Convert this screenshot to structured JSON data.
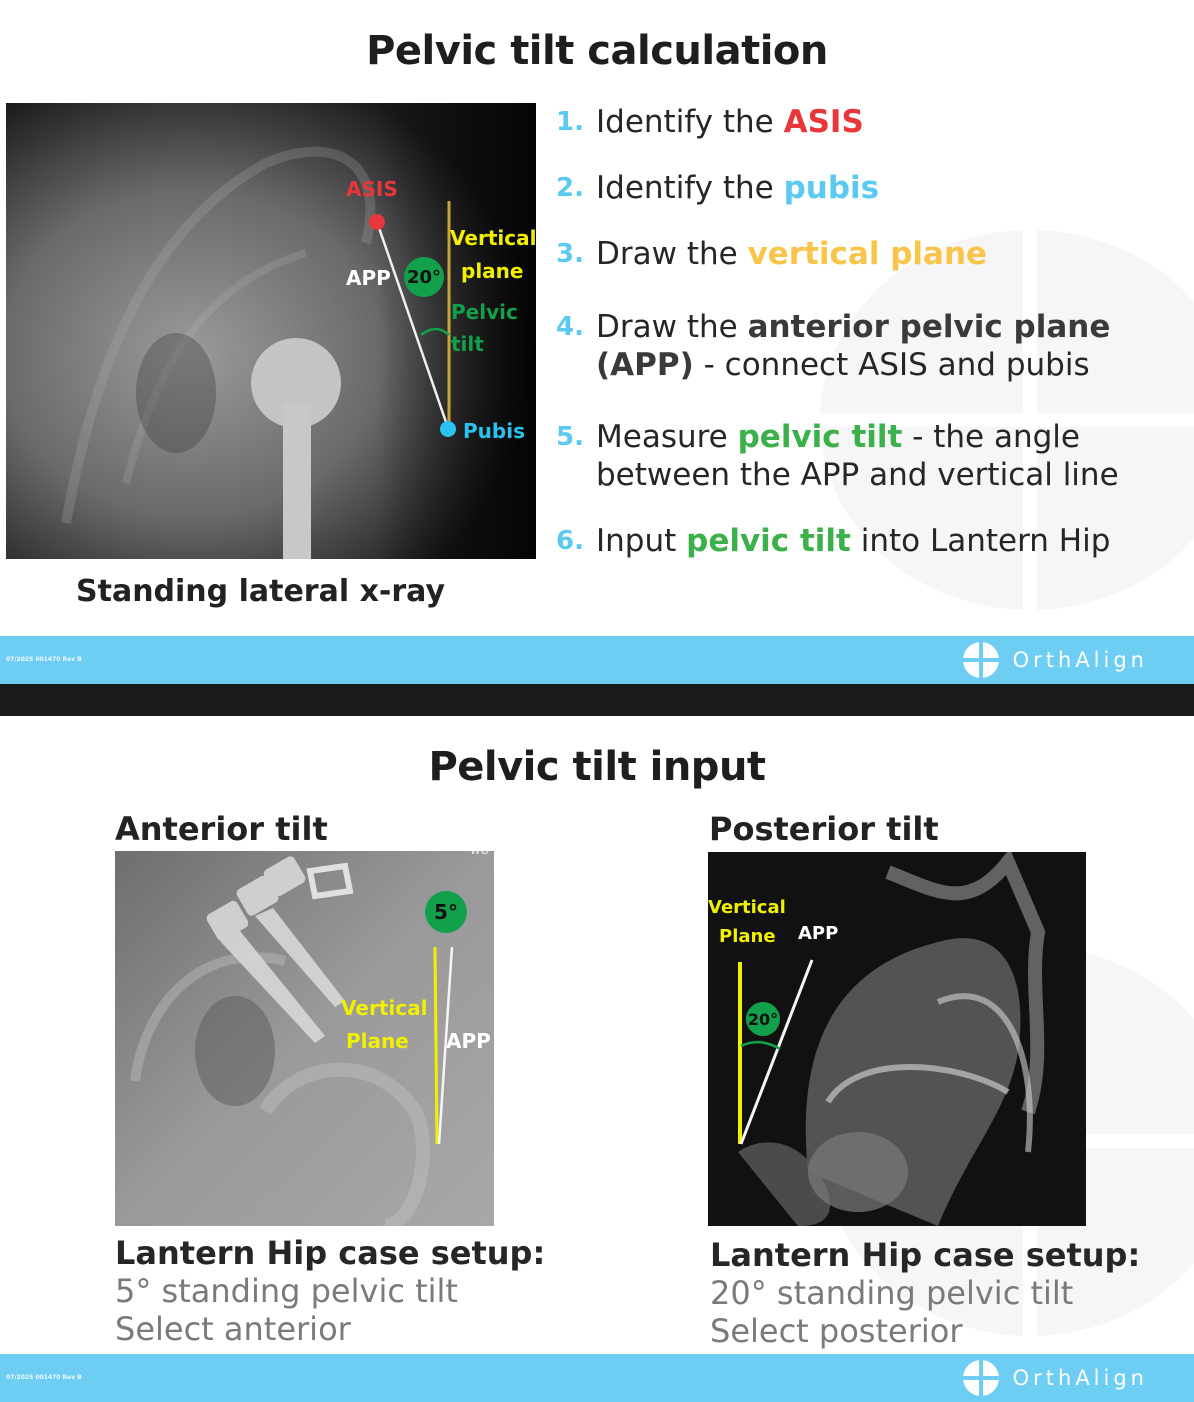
{
  "slide1": {
    "title": "Pelvic tilt calculation",
    "xray": {
      "caption": "Standing lateral x-ray",
      "labels": {
        "asis": "ASIS",
        "app": "APP",
        "angle": "20°",
        "vertical_line1": "Vertical",
        "vertical_line2": "plane",
        "pelvic_line1": "Pelvic",
        "pelvic_line2": "tilt",
        "pubis": "Pubis"
      }
    },
    "steps": [
      {
        "num": "1.",
        "pre": "Identify the ",
        "highlight": "ASIS",
        "post": ""
      },
      {
        "num": "2.",
        "pre": "Identify the ",
        "highlight": "pubis",
        "post": ""
      },
      {
        "num": "3.",
        "pre": "Draw the ",
        "highlight": "vertical plane",
        "post": ""
      },
      {
        "num": "4.",
        "pre": "Draw the ",
        "highlight": "anterior pelvic plane",
        "line2_bold": "(APP)",
        "line2": " - connect ASIS and pubis"
      },
      {
        "num": "5.",
        "pre": "Measure ",
        "highlight": "pelvic tilt",
        "post": " - the angle",
        "line2": "between the APP and vertical line"
      },
      {
        "num": "6.",
        "pre": "Input ",
        "highlight": "pelvic tilt",
        "post": " into Lantern Hip"
      }
    ],
    "footer": {
      "code": "07/2025 001470 Rev B",
      "brand": "OrthAlign"
    }
  },
  "slide2": {
    "title": "Pelvic tilt input",
    "anterior": {
      "heading": "Anterior tilt",
      "labels": {
        "angle": "5°",
        "vertical_line1": "Vertical",
        "vertical_line2": "Plane",
        "app": "APP",
        "corner": "wb"
      },
      "setup_title": "Lantern Hip case setup:",
      "setup_line1": "5° standing pelvic tilt",
      "setup_line2": "Select anterior"
    },
    "posterior": {
      "heading": "Posterior tilt",
      "labels": {
        "angle": "20°",
        "vertical_line1": "Vertical",
        "vertical_line2": "Plane",
        "app": "APP"
      },
      "setup_title": "Lantern Hip case setup:",
      "setup_line1": "20° standing pelvic tilt",
      "setup_line2": "Select posterior"
    },
    "footer": {
      "code": "07/2025 001470 Rev B",
      "brand": "OrthAlign"
    }
  },
  "colors": {
    "footer_bar": "#6dcdf3",
    "asis_red": "#e8373a",
    "pubis_blue": "#5ccaf0",
    "vertical_yellow": "#f8c54a",
    "tilt_green": "#3cb04a",
    "badge_green": "#13a04a"
  }
}
